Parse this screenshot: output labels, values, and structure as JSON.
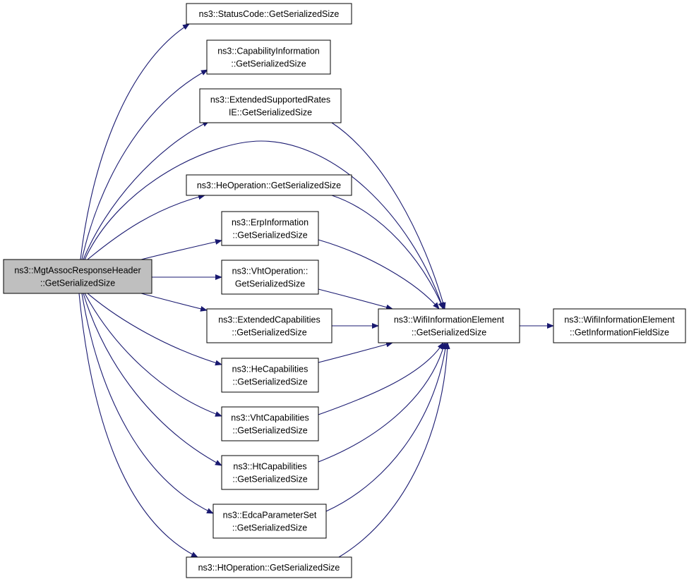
{
  "graph": {
    "nodes": [
      {
        "id": "root",
        "lines": [
          "ns3::MgtAssocResponseHeader",
          "::GetSerializedSize"
        ],
        "highlighted": true
      },
      {
        "id": "status",
        "lines": [
          "ns3::StatusCode::GetSerializedSize"
        ]
      },
      {
        "id": "capinfo",
        "lines": [
          "ns3::CapabilityInformation",
          "::GetSerializedSize"
        ]
      },
      {
        "id": "extrates",
        "lines": [
          "ns3::ExtendedSupportedRates",
          "IE::GetSerializedSize"
        ]
      },
      {
        "id": "heop",
        "lines": [
          "ns3::HeOperation::GetSerializedSize"
        ]
      },
      {
        "id": "erp",
        "lines": [
          "ns3::ErpInformation",
          "::GetSerializedSize"
        ]
      },
      {
        "id": "vhtop",
        "lines": [
          "ns3::VhtOperation::",
          "GetSerializedSize"
        ]
      },
      {
        "id": "extcap",
        "lines": [
          "ns3::ExtendedCapabilities",
          "::GetSerializedSize"
        ]
      },
      {
        "id": "hecap",
        "lines": [
          "ns3::HeCapabilities",
          "::GetSerializedSize"
        ]
      },
      {
        "id": "vhtcap",
        "lines": [
          "ns3::VhtCapabilities",
          "::GetSerializedSize"
        ]
      },
      {
        "id": "htcap",
        "lines": [
          "ns3::HtCapabilities",
          "::GetSerializedSize"
        ]
      },
      {
        "id": "edca",
        "lines": [
          "ns3::EdcaParameterSet",
          "::GetSerializedSize"
        ]
      },
      {
        "id": "htop",
        "lines": [
          "ns3::HtOperation::GetSerializedSize"
        ]
      },
      {
        "id": "wie",
        "lines": [
          "ns3::WifiInformationElement",
          "::GetSerializedSize"
        ]
      },
      {
        "id": "wiefield",
        "lines": [
          "ns3::WifiInformationElement",
          "::GetInformationFieldSize"
        ]
      }
    ],
    "edges": [
      {
        "from": "root",
        "to": "status"
      },
      {
        "from": "root",
        "to": "capinfo"
      },
      {
        "from": "root",
        "to": "extrates"
      },
      {
        "from": "root",
        "to": "wie"
      },
      {
        "from": "root",
        "to": "heop"
      },
      {
        "from": "root",
        "to": "erp"
      },
      {
        "from": "root",
        "to": "vhtop"
      },
      {
        "from": "root",
        "to": "extcap"
      },
      {
        "from": "root",
        "to": "hecap"
      },
      {
        "from": "root",
        "to": "vhtcap"
      },
      {
        "from": "root",
        "to": "htcap"
      },
      {
        "from": "root",
        "to": "edca"
      },
      {
        "from": "root",
        "to": "htop"
      },
      {
        "from": "extrates",
        "to": "wie"
      },
      {
        "from": "heop",
        "to": "wie"
      },
      {
        "from": "erp",
        "to": "wie"
      },
      {
        "from": "vhtop",
        "to": "wie"
      },
      {
        "from": "extcap",
        "to": "wie"
      },
      {
        "from": "hecap",
        "to": "wie"
      },
      {
        "from": "vhtcap",
        "to": "wie"
      },
      {
        "from": "htcap",
        "to": "wie"
      },
      {
        "from": "edca",
        "to": "wie"
      },
      {
        "from": "htop",
        "to": "wie"
      },
      {
        "from": "wie",
        "to": "wiefield"
      }
    ],
    "colors": {
      "edge": "#191970",
      "node_border": "#000000",
      "node_fill": "#ffffff",
      "highlight_fill": "#bfbfbf"
    }
  }
}
